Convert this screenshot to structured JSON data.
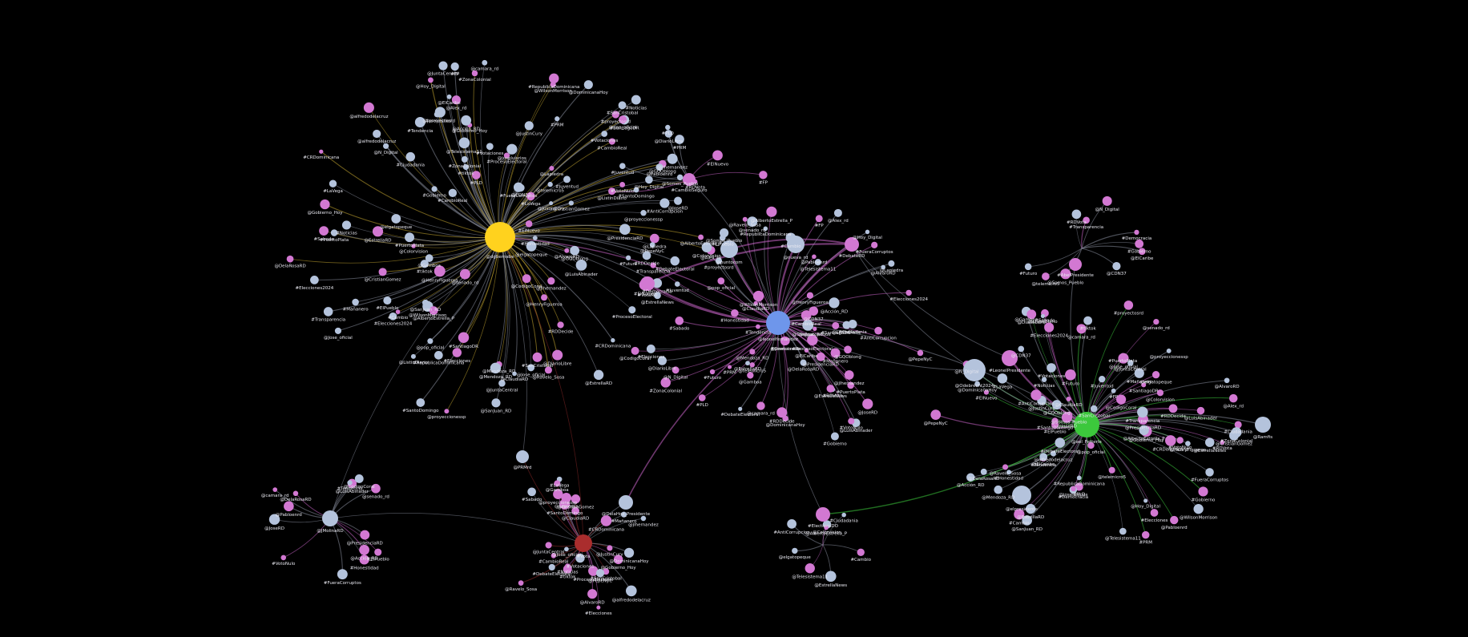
{
  "graph": {
    "background": "#000000",
    "colors": {
      "user_node": "#b4c3dc",
      "hashtag_node": "#d278d2",
      "hub_yellow": "#ffd21e",
      "hub_blue": "#6e96eb",
      "hub_green": "#3cc83c",
      "hub_red": "#aa2d2d",
      "edge_gray": "#8a8fa0",
      "edge_pink": "#c864c8",
      "edge_gold": "#c8aa32",
      "edge_green": "#3cc83c",
      "edge_red": "#8c2828"
    },
    "hubs": [
      {
        "id": "hub_yellow",
        "label": "@dgbernabe",
        "kind": "hub_yellow"
      },
      {
        "id": "hub_blue",
        "label": "@leonelfernandez",
        "kind": "hub_blue"
      },
      {
        "id": "hub_green",
        "label": "@ael_Fetterle",
        "kind": "hub_green"
      },
      {
        "id": "hub_red",
        "label": "#Vota",
        "kind": "hub_red"
      },
      {
        "id": "user_a",
        "label": "@Odebrecht2024",
        "kind": "user"
      },
      {
        "id": "user_b",
        "label": "@DelaHoz_Presidente",
        "kind": "user"
      },
      {
        "id": "user_c",
        "label": "@PRMrd",
        "kind": "user"
      },
      {
        "id": "user_d",
        "label": "@JMolinaRD",
        "kind": "user"
      },
      {
        "id": "user_e",
        "label": "@elpresidente",
        "kind": "user"
      },
      {
        "id": "user_f",
        "label": "@Ramfis",
        "kind": "user"
      },
      {
        "id": "user_g",
        "label": "@nueva_rd",
        "kind": "user"
      },
      {
        "id": "user_h",
        "label": "@puntocom",
        "kind": "user"
      },
      {
        "id": "tag_a",
        "label": "#DebateRD",
        "kind": "tag"
      },
      {
        "id": "tag_b",
        "label": "#ElectionsDO",
        "kind": "tag"
      },
      {
        "id": "tag_c",
        "label": "#LeonelPresidente",
        "kind": "tag"
      },
      {
        "id": "tag_d",
        "label": "#CambioSeguro",
        "kind": "tag"
      },
      {
        "id": "tag_e",
        "label": "#AbelPresidente",
        "kind": "tag"
      },
      {
        "id": "tag_f",
        "label": "#VotaRD",
        "kind": "tag"
      }
    ],
    "small_labels": [
      "@AlbertoEstrella_P",
      "@elgatopeque",
      "@joseluisrios",
      "@Alex_rd",
      "@GQOblong",
      "#proyectosrd",
      "@SanJuan_RD",
      "#SantiagoDR",
      "#ZonaColonial",
      "@EstrellaRD",
      "@WilsonMorrison",
      "#RDDecide",
      "@pop_oficial",
      "#Elecciones2024",
      "#PuertoPlata",
      "@Mendoza_RD",
      "#RepublicaDominicana",
      "@HenryFigueroa",
      "#CambioReal",
      "@jlhernandez",
      "#ProcesoElectoral",
      "@Lapiedra",
      "#tiktok",
      "@JustinCury",
      "@alfredodelacruz",
      "@proyeccionessp",
      "#SanCristobal",
      "@Gobierno_Hoy",
      "#CRDominicana",
      "#Noticias",
      "@JuntaCentral",
      "@Jose_oficial",
      "#Votaciones",
      "#SantoDomingo",
      "@CristianGomez",
      "#LaVega",
      "@Gamboa",
      "#Sabado",
      "#Elecciones",
      "@ClaudiaRD",
      "@DominicanaHoy",
      "#DebateElectoral",
      "@AlvaroRD",
      "@PepeNyC",
      "@Ravelo_Sosa",
      "#Mañanero",
      "@LuisAbinader",
      "#VotoNulo",
      "@CodigoCoral",
      "@DelaRosaRD",
      "#Honestidad",
      "@Pabloenrd",
      "@JoseRD",
      "#ElPueblo",
      "#Tendencia",
      "@PresidenciaRD",
      "@senado_rd",
      "@camara_rd",
      "#FueraCorruptos",
      "@Acción_RD",
      "#Juventud",
      "@DiarioLibre",
      "@ListinDiario",
      "#ElNuevo",
      "@Hoy_Digital",
      "#PLD",
      "#PRM",
      "#FP",
      "@ElCaribe",
      "#Gobierno",
      "@N_Digital",
      "#Democracia",
      "@CDN37",
      "#Transparencia",
      "@telemicro5",
      "#RDVota",
      "@Somos_Pueblo",
      "#Futuro",
      "@Colorvision",
      "#Ciudadania",
      "@Telesistema11",
      "#AntiCorrupcion",
      "@EstrellaNews",
      "#Cambio"
    ]
  }
}
